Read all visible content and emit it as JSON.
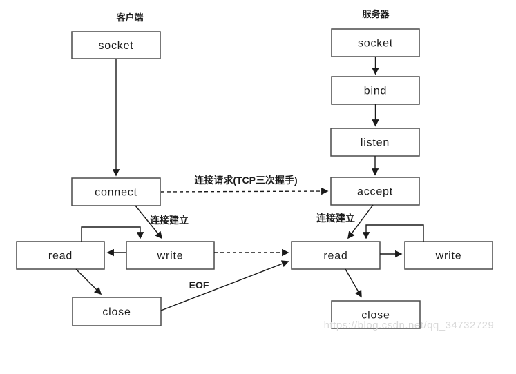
{
  "diagram": {
    "client": {
      "title": "客户端",
      "socket": "socket",
      "connect": "connect",
      "read": "read",
      "write": "write",
      "close": "close"
    },
    "server": {
      "title": "服务器",
      "socket": "socket",
      "bind": "bind",
      "listen": "listen",
      "accept": "accept",
      "read": "read",
      "write": "write",
      "close": "close"
    },
    "edge_labels": {
      "connection_request": "连接请求(TCP三次握手)",
      "connection_established_client": "连接建立",
      "connection_established_server": "连接建立",
      "eof": "EOF"
    },
    "watermark": "https://blog.csdn.net/qq_34732729",
    "colors": {
      "background": "#ffffff",
      "line": "#1a1a1a",
      "box_border": "#4a4a4a",
      "box_fill": "#ffffff",
      "text": "#1c1c1c",
      "watermark": "#d9d9d9"
    }
  }
}
